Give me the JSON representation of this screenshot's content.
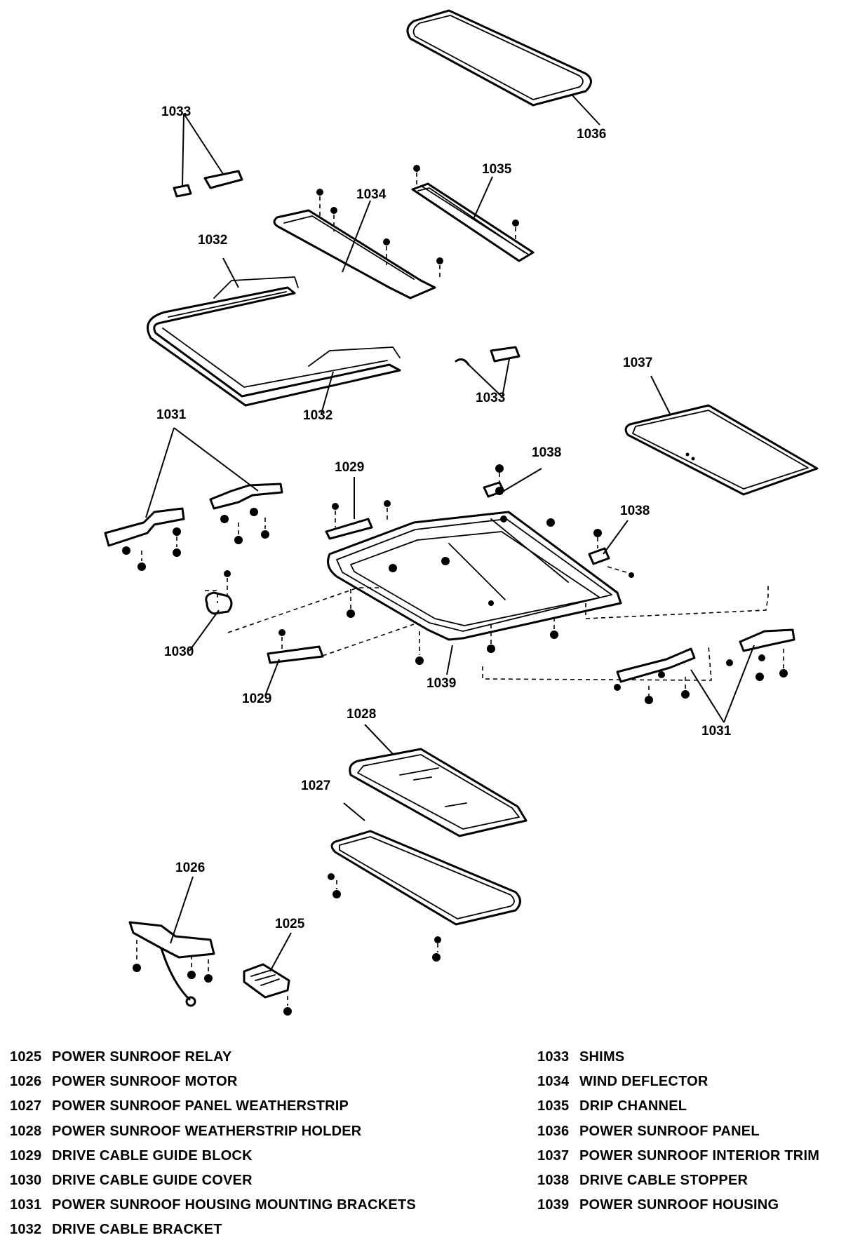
{
  "diagram": {
    "callouts": {
      "c1036": "1036",
      "c1033_top": "1033",
      "c1035": "1035",
      "c1034": "1034",
      "c1032_top": "1032",
      "c1032_bottom": "1032",
      "c1033_mid": "1033",
      "c1037": "1037",
      "c1031_left": "1031",
      "c1029_top": "1029",
      "c1038_top": "1038",
      "c1038_right": "1038",
      "c1030": "1030",
      "c1029_bottom": "1029",
      "c1039": "1039",
      "c1031_right": "1031",
      "c1028": "1028",
      "c1027": "1027",
      "c1026": "1026",
      "c1025": "1025"
    }
  },
  "legend": {
    "left": [
      {
        "num": "1025",
        "label": "POWER SUNROOF RELAY"
      },
      {
        "num": "1026",
        "label": "POWER SUNROOF MOTOR"
      },
      {
        "num": "1027",
        "label": "POWER SUNROOF PANEL WEATHERSTRIP"
      },
      {
        "num": "1028",
        "label": "POWER SUNROOF WEATHERSTRIP HOLDER"
      },
      {
        "num": "1029",
        "label": "DRIVE CABLE GUIDE BLOCK"
      },
      {
        "num": "1030",
        "label": "DRIVE CABLE GUIDE COVER"
      },
      {
        "num": "1031",
        "label": "POWER SUNROOF HOUSING MOUNTING BRACKETS"
      },
      {
        "num": "1032",
        "label": "DRIVE CABLE BRACKET"
      }
    ],
    "right": [
      {
        "num": "1033",
        "label": "SHIMS"
      },
      {
        "num": "1034",
        "label": "WIND DEFLECTOR"
      },
      {
        "num": "1035",
        "label": "DRIP CHANNEL"
      },
      {
        "num": "1036",
        "label": "POWER SUNROOF PANEL"
      },
      {
        "num": "1037",
        "label": "POWER SUNROOF INTERIOR TRIM"
      },
      {
        "num": "1038",
        "label": "DRIVE CABLE STOPPER"
      },
      {
        "num": "1039",
        "label": "POWER SUNROOF HOUSING"
      }
    ]
  }
}
